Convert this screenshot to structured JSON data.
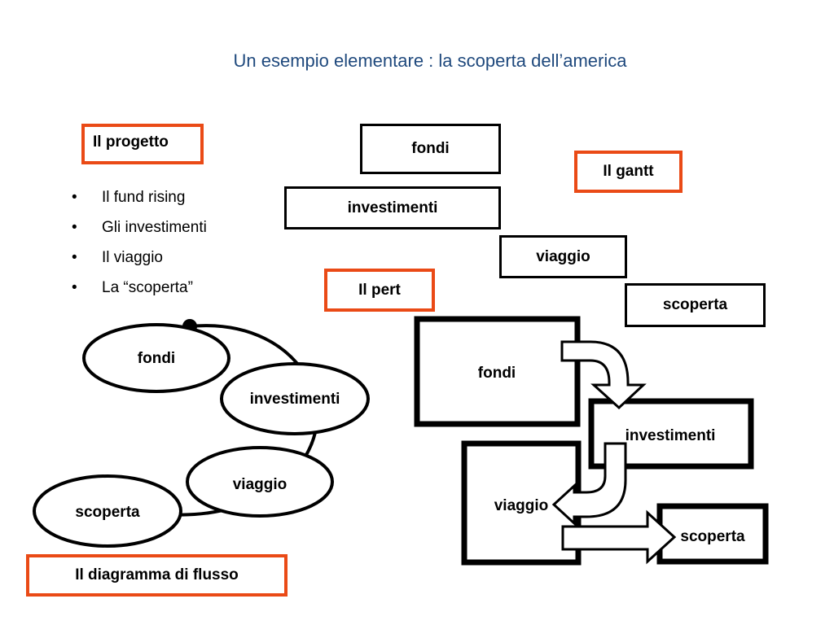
{
  "title": "Un esempio elementare : la scoperta dell’america",
  "labels": {
    "progetto": "Il progetto",
    "gantt": "Il gantt",
    "pert": "Il pert",
    "flusso": "Il diagramma di flusso"
  },
  "project_list": [
    "Il fund rising",
    "Gli investimenti",
    "Il viaggio",
    "La “scoperta”"
  ],
  "gantt": [
    "fondi",
    "investimenti",
    "viaggio",
    "scoperta"
  ],
  "flow": [
    "fondi",
    "investimenti",
    "viaggio",
    "scoperta"
  ],
  "pert": [
    "fondi",
    "investimenti",
    "viaggio",
    "scoperta"
  ],
  "colors": {
    "label_border": "#ea4a16",
    "title": "#1f497d"
  }
}
